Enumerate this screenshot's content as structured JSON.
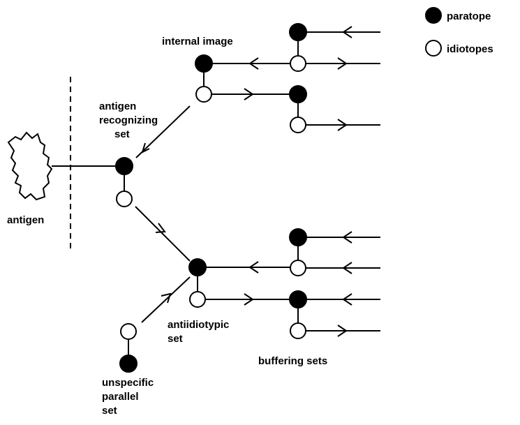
{
  "legend": {
    "paratope": "paratope",
    "idiotopes": "idiotopes"
  },
  "labels": {
    "internal_image": "internal image",
    "antigen_recognizing_set": [
      "antigen",
      "recognizing",
      "set"
    ],
    "antigen": "antigen",
    "antiidiotypic_set": [
      "antiidiotypic",
      "set"
    ],
    "buffering_sets": "buffering sets",
    "unspecific_parallel_set": [
      "unspecific",
      "parallel",
      "set"
    ]
  },
  "colors": {
    "ink": "#000000",
    "background": "#ffffff"
  }
}
